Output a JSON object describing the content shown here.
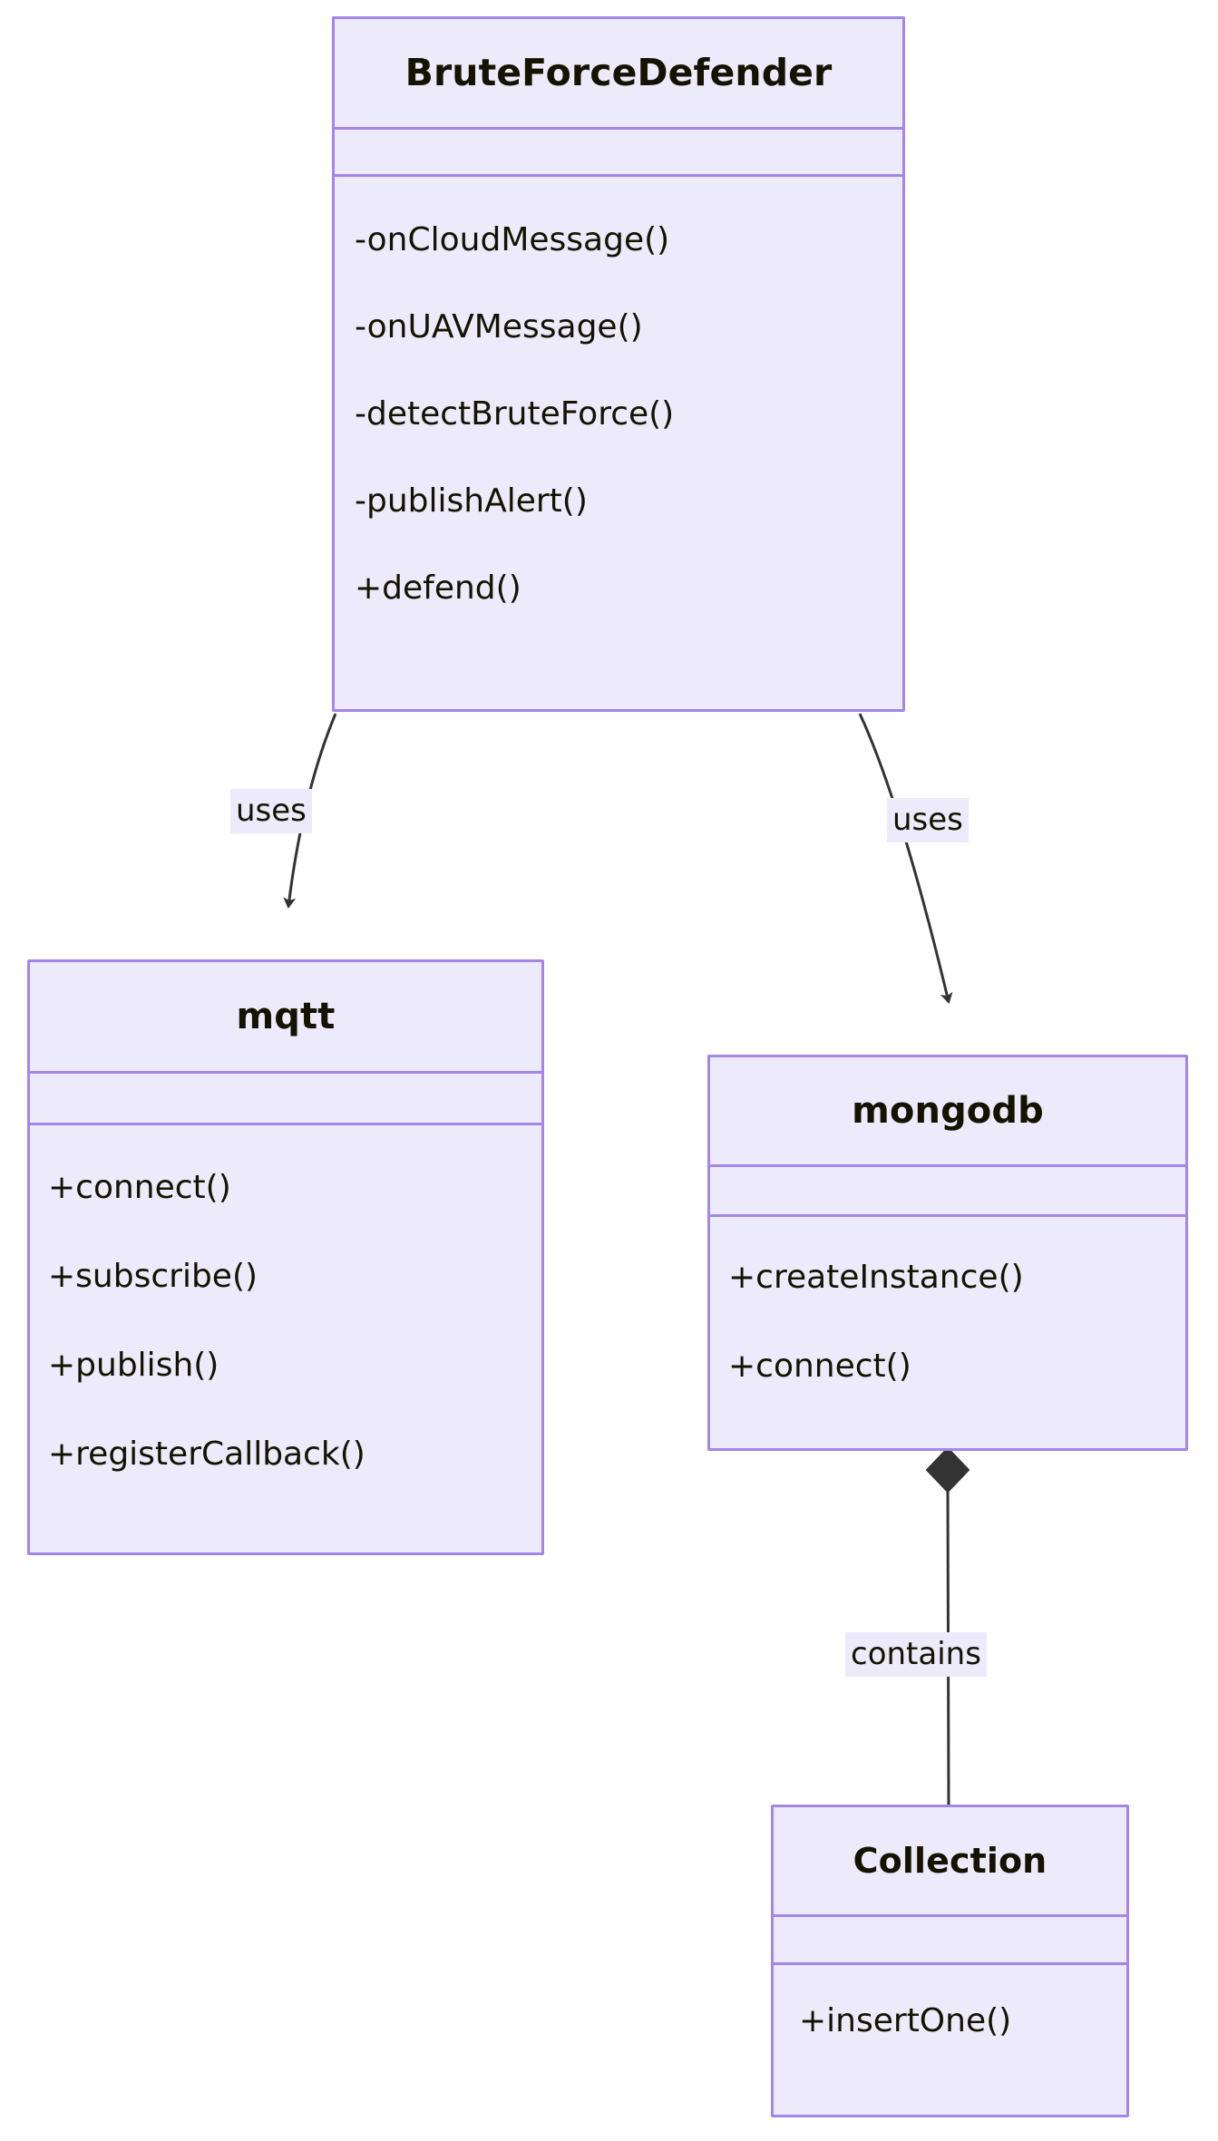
{
  "diagram": {
    "type": "uml-class-diagram",
    "background": "#ffffff",
    "node_fill": "#ECEAFB",
    "node_border": "#A386E8",
    "text_color": "#131300",
    "edge_color": "#333333"
  },
  "classes": [
    {
      "id": "bruteforcedefender",
      "name": "BruteForceDefender",
      "attributes": [],
      "methods": [
        "-onCloudMessage()",
        "-onUAVMessage()",
        "-detectBruteForce()",
        "-publishAlert()",
        "+defend()"
      ]
    },
    {
      "id": "mqtt",
      "name": "mqtt",
      "attributes": [],
      "methods": [
        "+connect()",
        "+subscribe()",
        "+publish()",
        "+registerCallback()"
      ]
    },
    {
      "id": "mongodb",
      "name": "mongodb",
      "attributes": [],
      "methods": [
        "+createInstance()",
        "+connect()"
      ]
    },
    {
      "id": "collection",
      "name": "Collection",
      "attributes": [],
      "methods": [
        "+insertOne()"
      ]
    }
  ],
  "relationships": [
    {
      "id": "uses-mqtt",
      "from": "BruteForceDefender",
      "to": "mqtt",
      "label": "uses",
      "arrow": "open-arrow",
      "style": "solid"
    },
    {
      "id": "uses-mongodb",
      "from": "BruteForceDefender",
      "to": "mongodb",
      "label": "uses",
      "arrow": "open-arrow",
      "style": "solid"
    },
    {
      "id": "contains",
      "from": "mongodb",
      "to": "Collection",
      "label": "contains",
      "arrow": "filled-diamond",
      "style": "solid"
    }
  ]
}
